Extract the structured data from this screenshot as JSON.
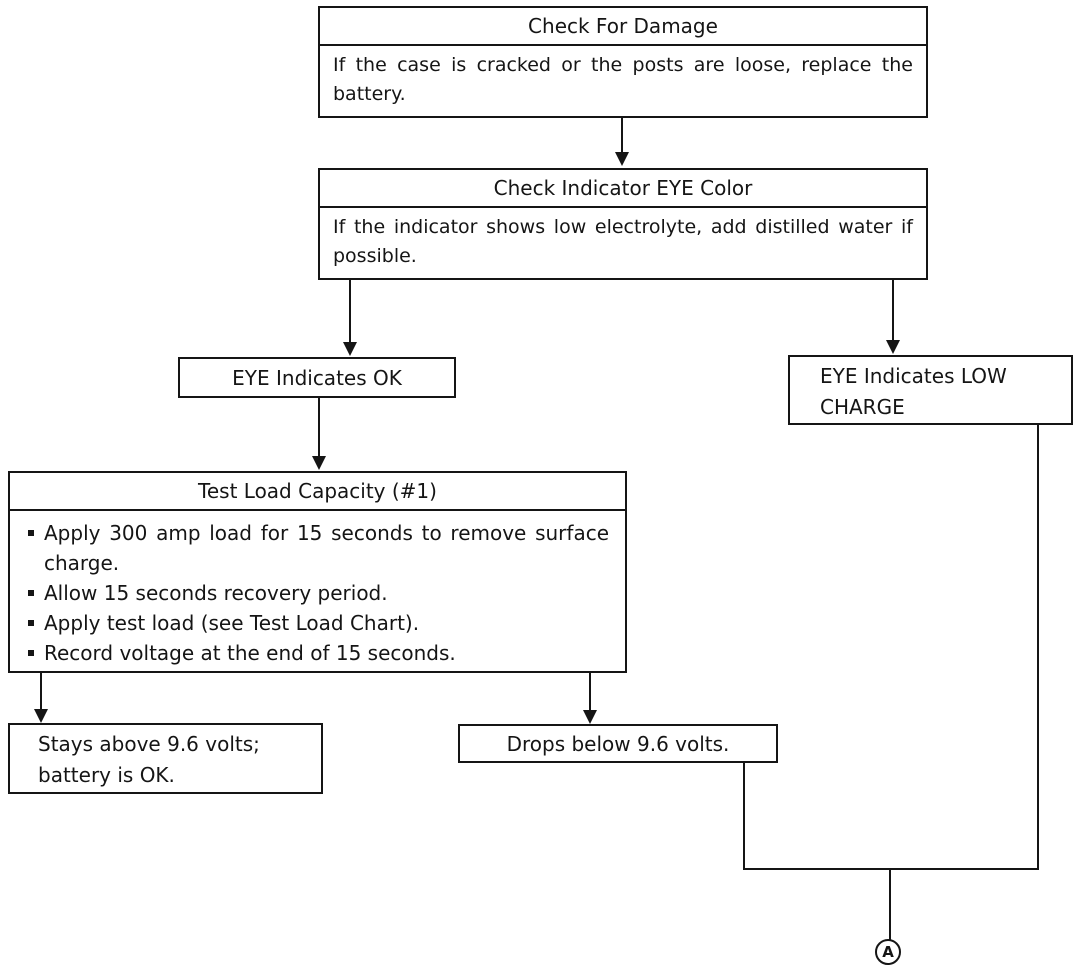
{
  "diagram": {
    "type": "flowchart",
    "colors": {
      "line": "#151515",
      "background": "#ffffff"
    },
    "nodes": {
      "check_damage": {
        "title": "Check For Damage",
        "body": "If the case is cracked or the posts are loose, replace the battery."
      },
      "check_eye": {
        "title": "Check Indicator EYE Color",
        "body": "If the indicator shows low electrolyte, add distilled water if possible."
      },
      "eye_ok": {
        "label": "EYE Indicates OK"
      },
      "eye_low": {
        "label": "EYE Indicates LOW CHARGE"
      },
      "test_load": {
        "title": "Test Load Capacity (#1)",
        "bullets": [
          "Apply 300 amp load for 15 seconds to remove surface charge.",
          "Allow 15 seconds recovery period.",
          "Apply test load (see Test Load Chart).",
          "Record voltage at the end of 15 seconds."
        ]
      },
      "stays_above": {
        "label": "Stays above 9.6 volts; battery is OK."
      },
      "drops_below": {
        "label": "Drops below 9.6 volts."
      },
      "connector_a": {
        "label": "A"
      }
    },
    "edges": [
      {
        "from": "check_damage",
        "to": "check_eye"
      },
      {
        "from": "check_eye",
        "to": "eye_ok"
      },
      {
        "from": "check_eye",
        "to": "eye_low"
      },
      {
        "from": "eye_ok",
        "to": "test_load"
      },
      {
        "from": "test_load",
        "to": "stays_above"
      },
      {
        "from": "test_load",
        "to": "drops_below"
      },
      {
        "from": "drops_below",
        "to": "connector_a"
      },
      {
        "from": "eye_low",
        "to": "connector_a"
      }
    ]
  }
}
